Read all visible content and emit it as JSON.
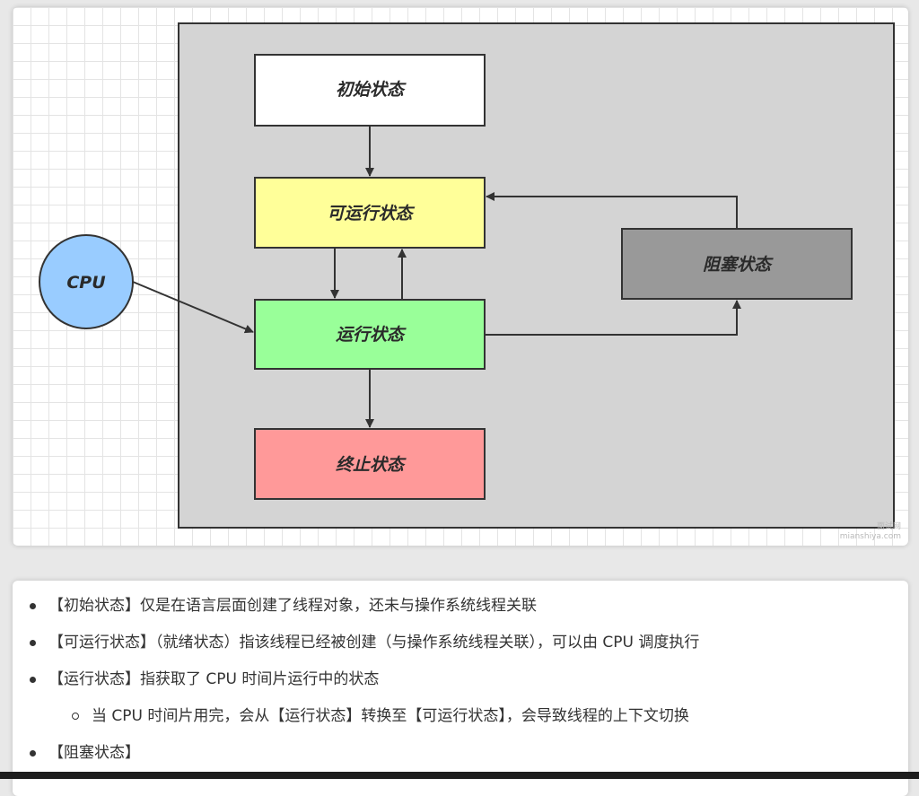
{
  "diagram": {
    "nodes": {
      "cpu": "CPU",
      "new": "初始状态",
      "runnable": "可运行状态",
      "running": "运行状态",
      "blocked": "阻塞状态",
      "terminated": "终止状态"
    },
    "colors": {
      "frame": "#d4d4d4",
      "new": "#ffffff",
      "runnable": "#ffff99",
      "running": "#99ff99",
      "blocked": "#999999",
      "terminated": "#ff9999",
      "cpu": "#99ccff"
    },
    "watermark": {
      "line1": "面试网",
      "line2": "mianshiya.com"
    }
  },
  "notes": {
    "items": [
      "【初始状态】仅是在语言层面创建了线程对象，还未与操作系统线程关联",
      "【可运行状态】（就绪状态）指该线程已经被创建（与操作系统线程关联），可以由 CPU 调度执行",
      "【运行状态】指获取了 CPU 时间片运行中的状态"
    ],
    "sub_items": [
      "当 CPU 时间片用完，会从【运行状态】转换至【可运行状态】，会导致线程的上下文切换"
    ],
    "last_item": "【阻塞状态】"
  }
}
